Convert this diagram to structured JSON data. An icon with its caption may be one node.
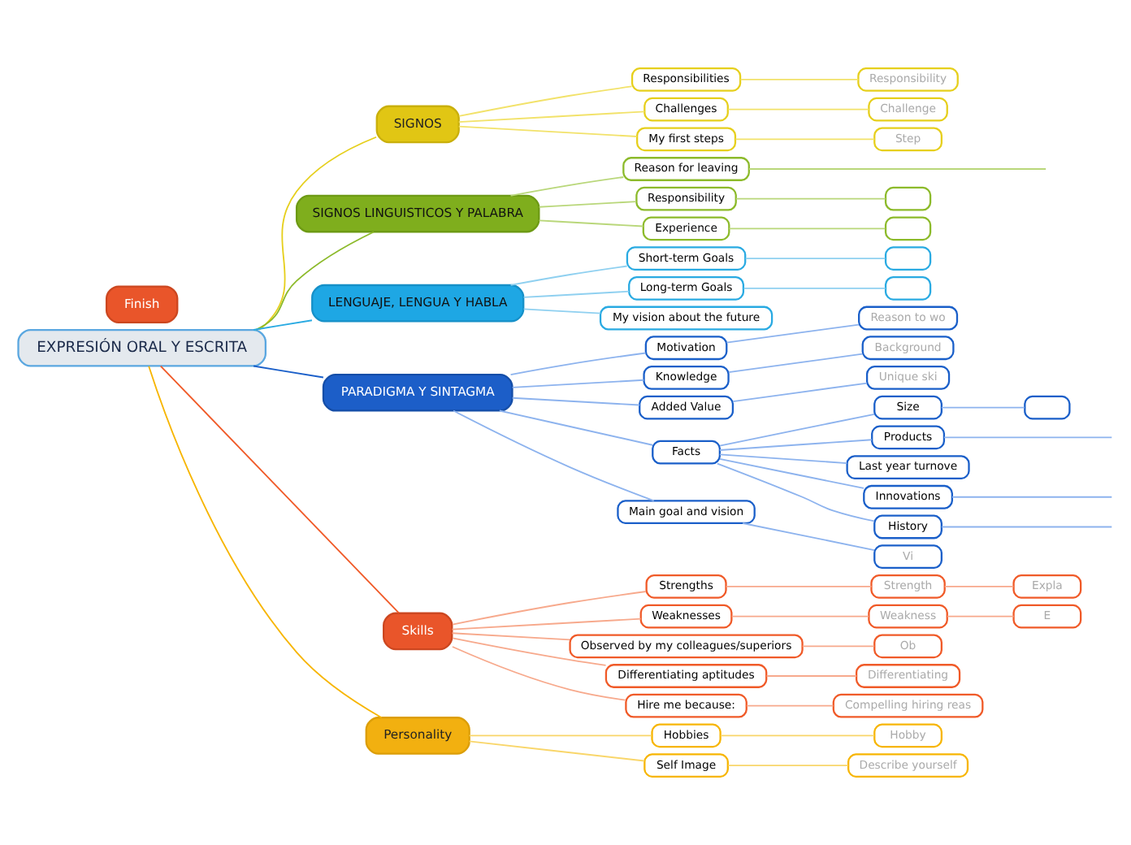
{
  "diagram": {
    "nodes": [
      {
        "text": [
          "EXPRESIÓN ORAL Y ESCRITA"
        ]
      },
      {
        "text": [
          "SIGNOS"
        ]
      },
      {
        "text": [
          "Responsibilities"
        ]
      },
      {
        "text": [
          "Responsibility"
        ]
      },
      {
        "text": [
          "Challenges"
        ]
      },
      {
        "text": [
          "Challenge"
        ]
      },
      {
        "text": [
          "My first steps"
        ]
      },
      {
        "text": [
          "Step"
        ]
      },
      {
        "text": [
          "SIGNOS LINGUISTICOS Y PALABRA"
        ]
      },
      {
        "text": [
          "Reason for leaving"
        ]
      },
      {
        "text": [
          "Responsibility"
        ]
      },
      {
        "text": [],
        "shape": "box"
      },
      {
        "text": [
          "Experience"
        ]
      },
      {
        "text": [],
        "shape": "box"
      },
      {
        "text": [
          "LENGUAJE, LENGUA Y HABLA"
        ]
      },
      {
        "text": [
          "Short-term Goals"
        ]
      },
      {
        "text": [],
        "shape": "box"
      },
      {
        "text": [
          "Long-term Goals"
        ]
      },
      {
        "text": [],
        "shape": "box"
      },
      {
        "text": [
          "My vision about the future"
        ]
      },
      {
        "text": [
          "PARADIGMA Y SINTAGMA"
        ]
      },
      {
        "text": [
          "Motivation"
        ]
      },
      {
        "text": [
          "Reason to wo"
        ]
      },
      {
        "text": [
          "Knowledge"
        ]
      },
      {
        "text": [
          "Background"
        ]
      },
      {
        "text": [
          "Added Value"
        ]
      },
      {
        "text": [
          "Unique ski"
        ]
      },
      {
        "text": [
          "Facts"
        ]
      },
      {
        "text": [
          "Size"
        ]
      },
      {
        "text": [],
        "shape": "box"
      },
      {
        "text": [
          "Products"
        ]
      },
      {
        "text": [
          "Last year turnove"
        ]
      },
      {
        "text": [
          "Innovations"
        ]
      },
      {
        "text": [
          "History"
        ]
      },
      {
        "text": [
          "Main goal and vision"
        ]
      },
      {
        "text": [
          "Vi"
        ]
      },
      {
        "text": [
          "Skills"
        ]
      },
      {
        "text": [
          "Strengths"
        ]
      },
      {
        "text": [
          "Strength"
        ]
      },
      {
        "text": [
          "Expla"
        ]
      },
      {
        "text": [
          "Weaknesses"
        ]
      },
      {
        "text": [
          "Weakness"
        ]
      },
      {
        "text": [
          "E"
        ]
      },
      {
        "text": [
          "Observed by my colleagues/superiors"
        ]
      },
      {
        "text": [
          "Ob"
        ]
      },
      {
        "text": [
          "Differentiating aptitudes"
        ]
      },
      {
        "text": [
          "Differentiating"
        ]
      },
      {
        "text": [
          "Hire me because:"
        ]
      },
      {
        "text": [
          "Compelling hiring reas"
        ]
      },
      {
        "text": [
          "Personality"
        ]
      },
      {
        "text": [
          "Hobbies"
        ]
      },
      {
        "text": [
          "Hobby"
        ]
      },
      {
        "text": [
          "Self Image"
        ]
      },
      {
        "text": [
          "Describe yourself"
        ]
      },
      {
        "text": [
          "Finish"
        ]
      }
    ],
    "edges": [
      {
        "from": 0,
        "to": 1,
        "arrow": "none",
        "color": "#e6cf1c"
      },
      {
        "from": 1,
        "to": 2,
        "arrow": "none",
        "color": "#f2e26a"
      },
      {
        "from": 2,
        "to": 3,
        "arrow": "none",
        "color": "#f2e26a"
      },
      {
        "from": 1,
        "to": 4,
        "arrow": "none",
        "color": "#f2e26a"
      },
      {
        "from": 4,
        "to": 5,
        "arrow": "none",
        "color": "#f2e26a"
      },
      {
        "from": 1,
        "to": 6,
        "arrow": "none",
        "color": "#f2e26a"
      },
      {
        "from": 6,
        "to": 7,
        "arrow": "none",
        "color": "#f2e26a"
      },
      {
        "from": 0,
        "to": 8,
        "arrow": "none",
        "color": "#8cba2a"
      },
      {
        "from": 8,
        "to": 9,
        "arrow": "none",
        "color": "#b9d77a"
      },
      {
        "from": 9,
        "to": null,
        "arrow": "none",
        "color": "#b9d77a"
      },
      {
        "from": 8,
        "to": 10,
        "arrow": "none",
        "color": "#b9d77a"
      },
      {
        "from": 10,
        "to": 11,
        "arrow": "none",
        "color": "#b9d77a"
      },
      {
        "from": 8,
        "to": 12,
        "arrow": "none",
        "color": "#b9d77a"
      },
      {
        "from": 12,
        "to": 13,
        "arrow": "none",
        "color": "#b9d77a"
      },
      {
        "from": 0,
        "to": 14,
        "arrow": "none",
        "color": "#29aae2"
      },
      {
        "from": 14,
        "to": 15,
        "arrow": "none",
        "color": "#8fd0f0"
      },
      {
        "from": 15,
        "to": 16,
        "arrow": "none",
        "color": "#8fd0f0"
      },
      {
        "from": 14,
        "to": 17,
        "arrow": "none",
        "color": "#8fd0f0"
      },
      {
        "from": 17,
        "to": 18,
        "arrow": "none",
        "color": "#8fd0f0"
      },
      {
        "from": 14,
        "to": 19,
        "arrow": "none",
        "color": "#8fd0f0"
      },
      {
        "from": 0,
        "to": 20,
        "arrow": "none",
        "color": "#1a5fc9"
      },
      {
        "from": 20,
        "to": 21,
        "arrow": "none",
        "color": "#8db3ee"
      },
      {
        "from": 21,
        "to": 22,
        "arrow": "none",
        "color": "#8db3ee"
      },
      {
        "from": 20,
        "to": 23,
        "arrow": "none",
        "color": "#8db3ee"
      },
      {
        "from": 23,
        "to": 24,
        "arrow": "none",
        "color": "#8db3ee"
      },
      {
        "from": 20,
        "to": 25,
        "arrow": "none",
        "color": "#8db3ee"
      },
      {
        "from": 25,
        "to": 26,
        "arrow": "none",
        "color": "#8db3ee"
      },
      {
        "from": 20,
        "to": 27,
        "arrow": "none",
        "color": "#8db3ee"
      },
      {
        "from": 27,
        "to": 28,
        "arrow": "none",
        "color": "#8db3ee"
      },
      {
        "from": 28,
        "to": 29,
        "arrow": "none",
        "color": "#8db3ee"
      },
      {
        "from": 27,
        "to": 30,
        "arrow": "none",
        "color": "#8db3ee"
      },
      {
        "from": 30,
        "to": null,
        "arrow": "none",
        "color": "#8db3ee"
      },
      {
        "from": 27,
        "to": 31,
        "arrow": "none",
        "color": "#8db3ee"
      },
      {
        "from": 27,
        "to": 32,
        "arrow": "none",
        "color": "#8db3ee"
      },
      {
        "from": 32,
        "to": null,
        "arrow": "none",
        "color": "#8db3ee"
      },
      {
        "from": 27,
        "to": 33,
        "arrow": "none",
        "color": "#8db3ee"
      },
      {
        "from": 33,
        "to": null,
        "arrow": "none",
        "color": "#8db3ee"
      },
      {
        "from": 20,
        "to": 34,
        "arrow": "none",
        "color": "#8db3ee"
      },
      {
        "from": 34,
        "to": 35,
        "arrow": "none",
        "color": "#8db3ee"
      },
      {
        "from": 0,
        "to": 36,
        "arrow": "none",
        "color": "#f05a28"
      },
      {
        "from": 36,
        "to": 37,
        "arrow": "none",
        "color": "#f7a98c"
      },
      {
        "from": 37,
        "to": 38,
        "arrow": "none",
        "color": "#f7a98c"
      },
      {
        "from": 38,
        "to": 39,
        "arrow": "none",
        "color": "#f7a98c"
      },
      {
        "from": 36,
        "to": 40,
        "arrow": "none",
        "color": "#f7a98c"
      },
      {
        "from": 40,
        "to": 41,
        "arrow": "none",
        "color": "#f7a98c"
      },
      {
        "from": 41,
        "to": 42,
        "arrow": "none",
        "color": "#f7a98c"
      },
      {
        "from": 36,
        "to": 43,
        "arrow": "none",
        "color": "#f7a98c"
      },
      {
        "from": 43,
        "to": 44,
        "arrow": "none",
        "color": "#f7a98c"
      },
      {
        "from": 36,
        "to": 45,
        "arrow": "none",
        "color": "#f7a98c"
      },
      {
        "from": 45,
        "to": 46,
        "arrow": "none",
        "color": "#f7a98c"
      },
      {
        "from": 36,
        "to": 47,
        "arrow": "none",
        "color": "#f7a98c"
      },
      {
        "from": 47,
        "to": 48,
        "arrow": "none",
        "color": "#f7a98c"
      },
      {
        "from": 0,
        "to": 49,
        "arrow": "none",
        "color": "#f7b500"
      },
      {
        "from": 49,
        "to": 50,
        "arrow": "none",
        "color": "#f9d66a"
      },
      {
        "from": 50,
        "to": 51,
        "arrow": "none",
        "color": "#f9d66a"
      },
      {
        "from": 49,
        "to": 52,
        "arrow": "none",
        "color": "#f9d66a"
      },
      {
        "from": 52,
        "to": 53,
        "arrow": "none",
        "color": "#f9d66a"
      }
    ]
  }
}
